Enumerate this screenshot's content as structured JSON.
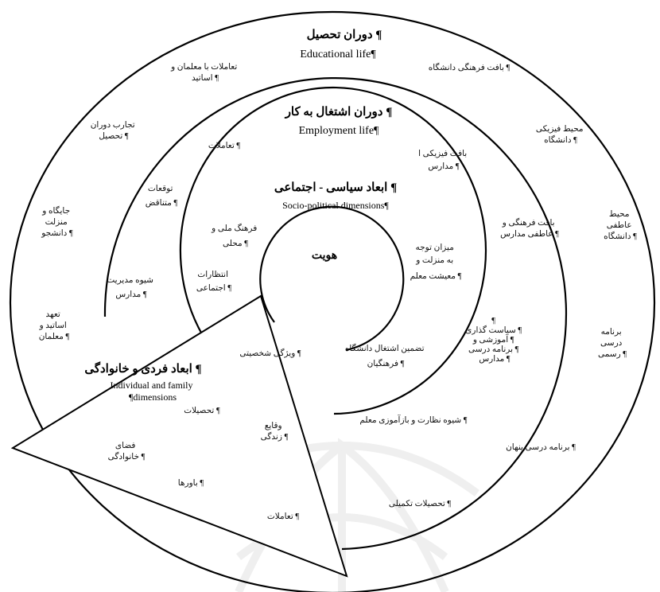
{
  "diagram": {
    "center": "هویت",
    "layers": {
      "educational": {
        "title": "دوران تحصیل ¶",
        "subtitle": "Educational life¶",
        "items": {
          "interactions_with_teachers": [
            "تعاملات با معلمان و",
            "اساتید ¶"
          ],
          "university_culture": "بافت فرهنگی دانشگاه ¶",
          "educational_experiences": [
            "تجارب دوران",
            "تحصیل ¶"
          ],
          "university_physical": [
            "محیط فیزیکی",
            "دانشگاه ¶"
          ],
          "student_status": [
            "جایگاه و",
            "منزلت",
            "دانشجو ¶"
          ],
          "university_emotional": [
            "محیط",
            "عاطفی",
            "دانشگاه ¶"
          ],
          "teacher_commitment": [
            "تعهد",
            "اساتید و",
            "معلمان ¶"
          ],
          "formal_curriculum": [
            "برنامه",
            "درسی",
            "رسمی ¶"
          ],
          "hidden_curriculum": "برنامه درسی پنهان ¶",
          "postgraduate": "تحصیلات تکمیلی ¶"
        }
      },
      "employment": {
        "title": "دوران اشتغال به کار ¶",
        "subtitle": "Employment life¶",
        "items": {
          "interactions": "تعاملات ¶",
          "school_physical": [
            "بافت فیزیکی ا",
            "مدارس ¶"
          ],
          "contradictory_expectations": [
            "توقعات",
            "متناقض ¶"
          ],
          "school_cultural_emotional": [
            "بافت فرهنگی و",
            "عاطفی مدارس ¶"
          ],
          "school_management": [
            "شیوه مدیریت",
            "مدارس ¶"
          ],
          "supervision": "شیوه نظارت و بازآموزی معلم ¶"
        }
      },
      "socio_political": {
        "title": "ابعاد سیاسی - اجتماعی ¶",
        "subtitle": "Socio-political dimensions¶",
        "items": {
          "national_culture": [
            "فرهنگ ملی و",
            "محلی ¶"
          ],
          "attention_to_teacher": [
            "میزان توجه",
            "به منزلت و",
            "معیشت معلم ¶"
          ],
          "social_expectations": [
            "انتظارات",
            "اجتماعی ¶"
          ],
          "education_policies": [
            "¶",
            "سیاست گذاری ¶",
            "آموزشی و ¶",
            "برنامه درسی ¶",
            "مدارس ¶"
          ],
          "employment_guarantee": [
            "تضمین اشتغال دانشگاه",
            "فرهنگیان ¶"
          ]
        }
      },
      "individual": {
        "title": "ابعاد فردی و خانوادگی ¶",
        "subtitle": [
          "Individual and family",
          "¶dimensions"
        ],
        "items": {
          "personality": "ویژگی شخصیتی ¶",
          "education": "تحصیلات ¶",
          "life_events": [
            "وقایع",
            "زندگی ¶"
          ],
          "family_space": [
            "فضای",
            "خانوادگی ¶"
          ],
          "beliefs": "باورها ¶",
          "interactions": "تعاملات ¶"
        }
      }
    }
  }
}
